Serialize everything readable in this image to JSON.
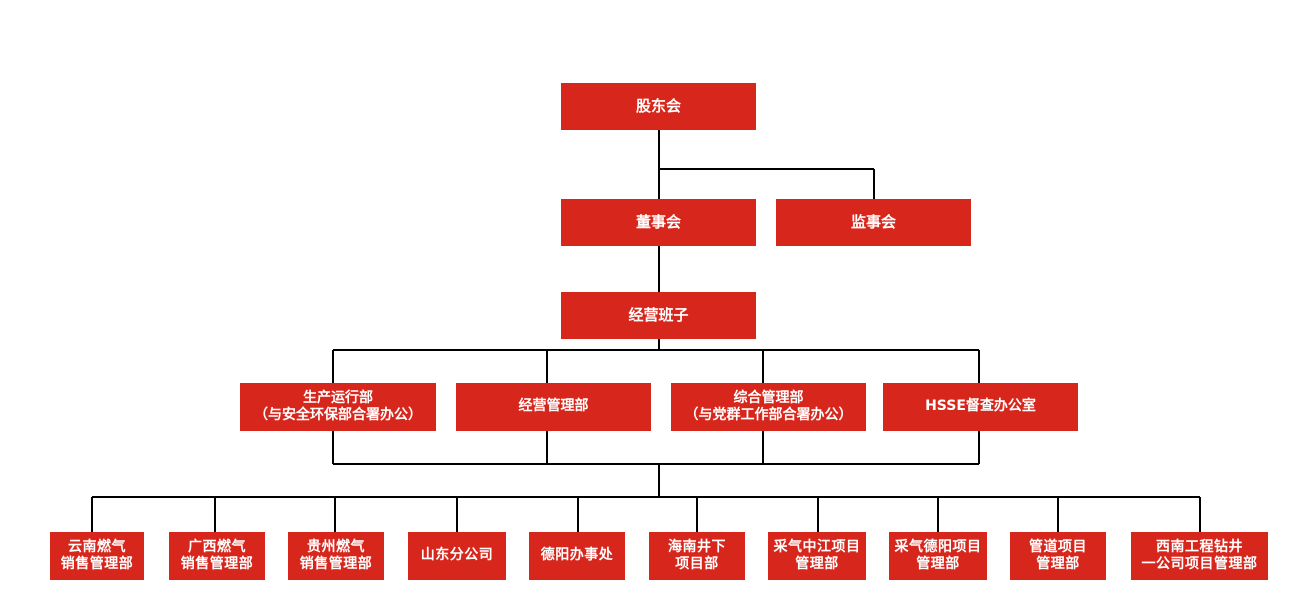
{
  "colors": {
    "box_fill": "#d7261c",
    "box_text": "#ffffff",
    "connector": "#000000"
  },
  "top": {
    "shareholders": "股东会",
    "board": "董事会",
    "supervisors": "监事会",
    "management": "经营班子"
  },
  "departments": [
    {
      "line1": "生产运行部",
      "line2": "（与安全环保部合署办公）"
    },
    {
      "line1": "经营管理部",
      "line2": ""
    },
    {
      "line1": "综合管理部",
      "line2": "（与党群工作部合署办公）"
    },
    {
      "line1": "HSSE督查办公室",
      "line2": ""
    }
  ],
  "units": [
    {
      "line1": "云南燃气",
      "line2": "销售管理部"
    },
    {
      "line1": "广西燃气",
      "line2": "销售管理部"
    },
    {
      "line1": "贵州燃气",
      "line2": "销售管理部"
    },
    {
      "line1": "山东分公司",
      "line2": ""
    },
    {
      "line1": "德阳办事处",
      "line2": ""
    },
    {
      "line1": "海南井下",
      "line2": "项目部"
    },
    {
      "line1": "采气中江项目",
      "line2": "管理部"
    },
    {
      "line1": "采气德阳项目",
      "line2": "管理部"
    },
    {
      "line1": "管道项目",
      "line2": "管理部"
    },
    {
      "line1": "西南工程钻井",
      "line2": "一公司项目管理部"
    }
  ]
}
